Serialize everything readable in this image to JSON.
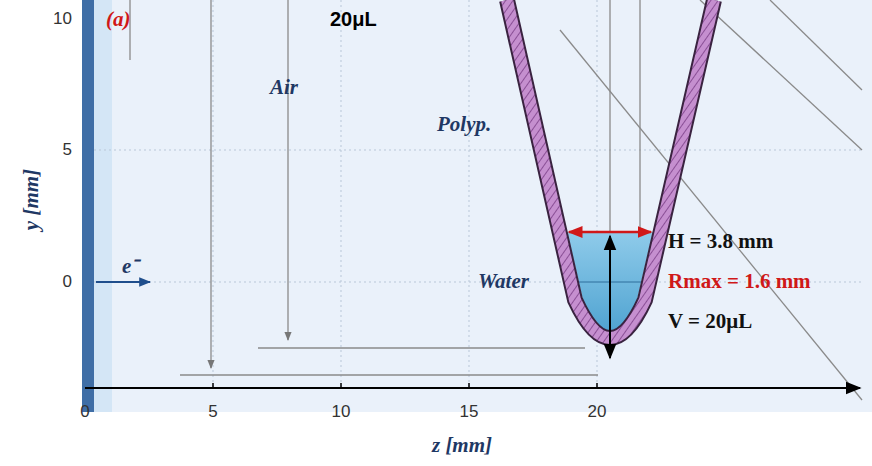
{
  "diagram": {
    "labels": [
      "(a)",
      "20μL",
      "Air",
      "Polyp.",
      "Water",
      "e⁻",
      "H = 3.8 mm",
      "Rmax = 1.6 mm",
      "V = 20μL",
      "10",
      "5",
      "0",
      "0",
      "5",
      "10",
      "15",
      "20",
      "y [mm]",
      "z [mm]"
    ]
  }
}
